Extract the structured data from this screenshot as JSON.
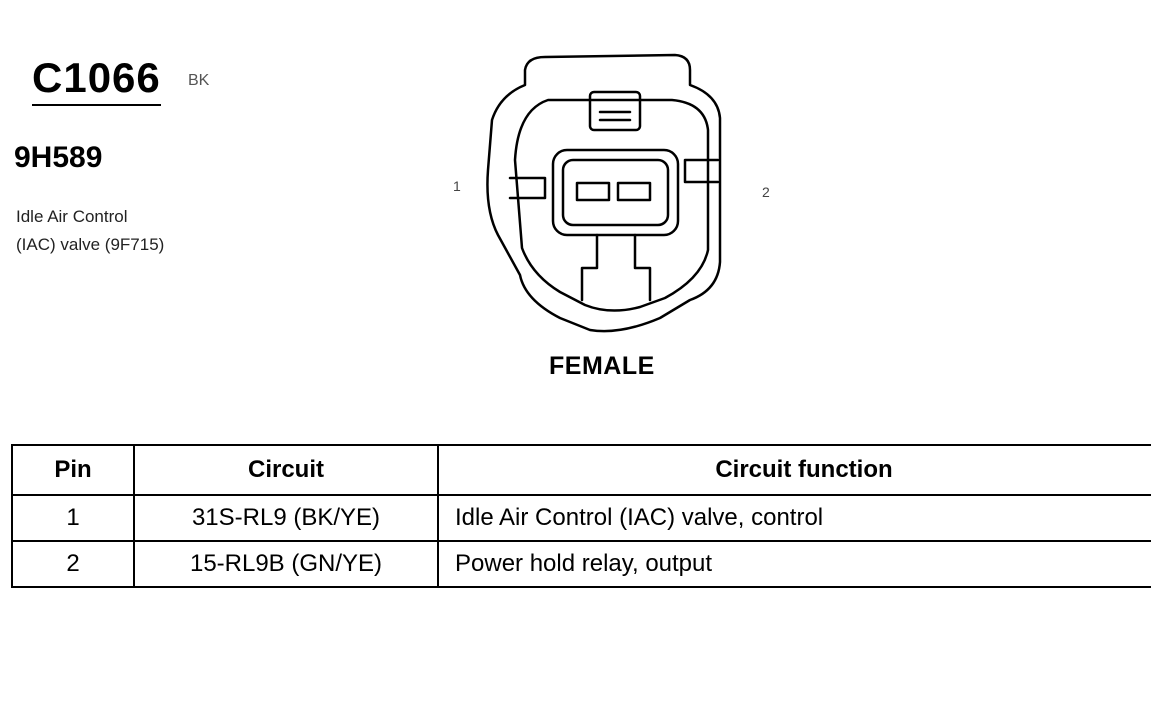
{
  "connector": {
    "id": "C1066",
    "color_code": "BK",
    "part_number": "9H589",
    "description": [
      "Idle Air Control",
      "(IAC) valve (9F715)"
    ]
  },
  "diagram": {
    "pin_labels": [
      "1",
      "2"
    ],
    "gender": "FEMALE"
  },
  "table": {
    "headers": [
      "Pin",
      "Circuit",
      "Circuit function"
    ],
    "rows": [
      [
        "1",
        "31S-RL9 (BK/YE)",
        "Idle Air Control (IAC) valve, control"
      ],
      [
        "2",
        "15-RL9B (GN/YE)",
        "Power hold relay, output"
      ]
    ]
  }
}
